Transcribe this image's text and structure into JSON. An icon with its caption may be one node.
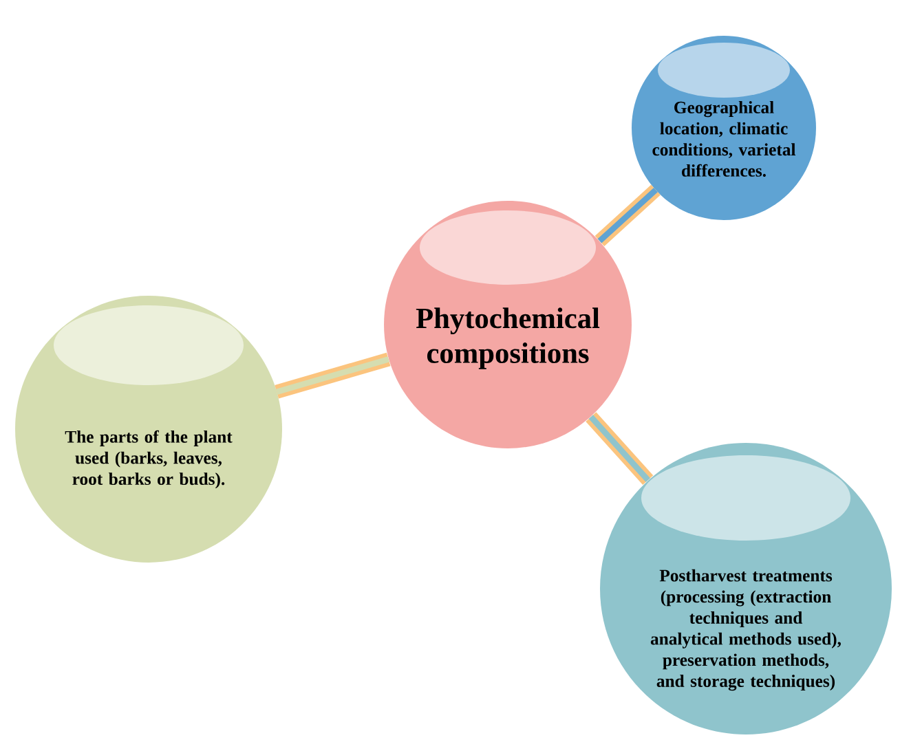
{
  "diagram": {
    "nodes": [
      {
        "text": [
          "Geographical location, climatic conditions, varietal differences."
        ]
      },
      {
        "text": [
          "Phytochemical compositions"
        ]
      },
      {
        "text": [
          "The parts of the plant used (barks, leaves, root barks or buds)."
        ]
      },
      {
        "text": [
          "Postharvest treatments (processing (extraction techniques and analytical methods used), preservation methods, and storage techniques)"
        ]
      }
    ],
    "edges": [
      {
        "from": 1,
        "to": 0,
        "arrow": "none"
      },
      {
        "from": 1,
        "to": 2,
        "arrow": "none"
      },
      {
        "from": 1,
        "to": 3,
        "arrow": "none"
      }
    ]
  }
}
